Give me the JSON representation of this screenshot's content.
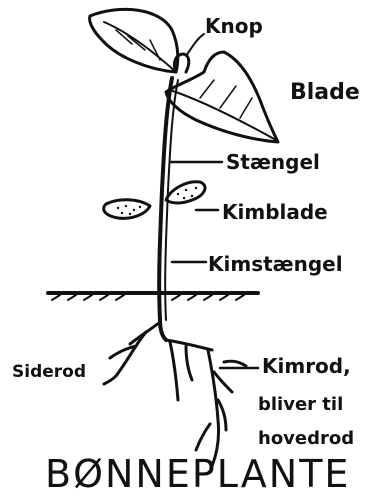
{
  "labels": {
    "knop": "Knop",
    "blade": "Blade",
    "staengel": "Stængel",
    "kimblade": "Kimblade",
    "kimstaengel": "Kimstængel",
    "siderod": "Siderod",
    "kimrod_line1": "Kimrod,",
    "kimrod_line2": "bliver til",
    "kimrod_line3": "hovedrod"
  },
  "title": "BØNNEPLANTE",
  "ink_color": "#111111"
}
